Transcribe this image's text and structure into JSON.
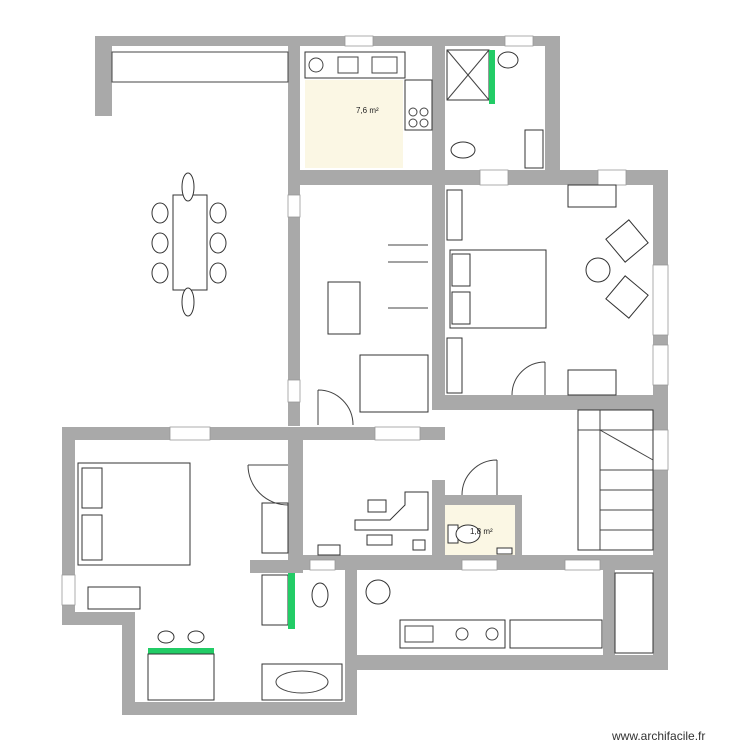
{
  "plan": {
    "rooms": [
      {
        "name": "kitchen-top",
        "area_label": "7,6 m²",
        "fill": "#fbf7e4"
      },
      {
        "name": "wc",
        "area_label": "1,8 m²",
        "fill": "#fbf7e4"
      }
    ],
    "colors": {
      "wall": "#a9a9a9",
      "highlight": "#22cc66",
      "room_fill": "#fbf7e4"
    }
  },
  "watermark": "www.archifacile.fr"
}
